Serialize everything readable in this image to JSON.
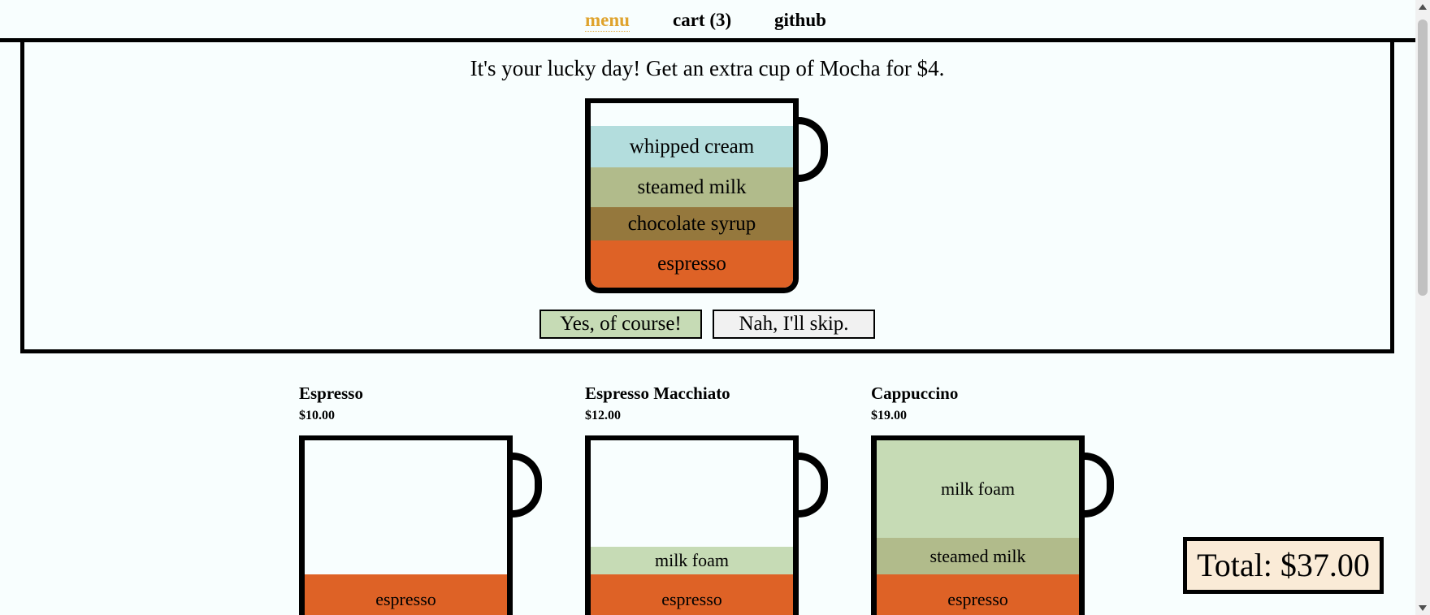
{
  "nav": {
    "menu_label": "menu",
    "cart_label": "cart (3)",
    "github_label": "github",
    "active": "menu"
  },
  "promo": {
    "message": "It's your lucky day! Get an extra cup of Mocha for $4.",
    "layers": [
      {
        "label": "whipped cream",
        "color": "#b3dddd"
      },
      {
        "label": "steamed milk",
        "color": "#b1bb8b"
      },
      {
        "label": "chocolate syrup",
        "color": "#95783d"
      },
      {
        "label": "espresso",
        "color": "#de6226"
      }
    ],
    "accept_label": "Yes, of course!",
    "decline_label": "Nah, I'll skip."
  },
  "menu_items": [
    {
      "name": "Espresso",
      "price": "$10.00",
      "layers": [
        {
          "label": "espresso",
          "color": "#de6226"
        }
      ]
    },
    {
      "name": "Espresso Macchiato",
      "price": "$12.00",
      "layers": [
        {
          "label": "milk foam",
          "color": "#c6dbb5"
        },
        {
          "label": "espresso",
          "color": "#de6226"
        }
      ]
    },
    {
      "name": "Cappuccino",
      "price": "$19.00",
      "layers": [
        {
          "label": "milk foam",
          "color": "#c6dbb5"
        },
        {
          "label": "steamed milk",
          "color": "#b1bb8b"
        },
        {
          "label": "espresso",
          "color": "#de6226"
        }
      ]
    }
  ],
  "cart": {
    "total_label": "Total: $37.00"
  },
  "colors": {
    "background": "#f8fefe",
    "accent": "#dfa32d",
    "total_background": "#faebd7"
  }
}
